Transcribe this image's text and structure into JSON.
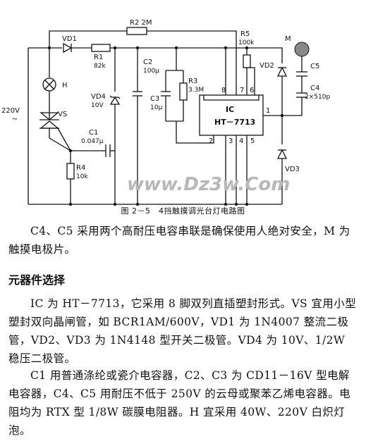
{
  "figure": {
    "labels": {
      "r2": "R2 2M",
      "r5": "R5",
      "r5_val": "100k",
      "m": "M",
      "vd1": "VD1",
      "r1": "R1",
      "r1_val": "82k",
      "c2": "C2",
      "c2_val": "100μ",
      "vd2": "VD2",
      "c5": "C5",
      "h": "H",
      "r3": "R3",
      "r3_val": "3.3M",
      "c3": "C3",
      "c3_val": "10μ",
      "vd4": "VD4",
      "vd4_val": "10V",
      "c4": "C4",
      "c4_val": "2×510p",
      "v220": "220V",
      "vs": "VS",
      "ic": "IC",
      "ic_model": "HT－7713",
      "c1": "C1",
      "c1_val": "0.047μ",
      "r4": "R4",
      "r4_val": "10k",
      "vd3": "VD3",
      "pin1": "1",
      "pin2": "2",
      "pin3": "3",
      "pin4": "4",
      "pin5": "5",
      "pin6": "6",
      "pin7": "7",
      "pin8": "8",
      "watermark": "www.Dz3w.Com"
    },
    "caption": "图 2－5　4挡触摸调光台灯电路图"
  },
  "body": {
    "para1": "C4、C5 采用两个高耐压电容串联是确保使用人绝对安全，M 为触摸电极片。",
    "heading": "元器件选择",
    "para2": "IC 为 HT－7713，它采用 8 脚双列直插塑封形式。VS 宜用小型塑封双向晶闸管，如 BCR1AM/600V，VD1 为 1N4007 整流二极管，VD2、VD3 为 1N4148 型开关二极管。VD4 为 10V、1/2W 稳压二极管。",
    "para3": "C1 用普通涤纶或瓷介电容器，C2、C3 为 CD11－16V 型电解电容器，C4、C5 用耐压不低于 250V 的云母或聚苯乙烯电容器。电阻均为 RTX 型 1/8W 碳膜电阻器。H 宜采用 40W、220V 白炽灯泡。"
  },
  "colors": {
    "ink": "#111111",
    "watermark": "#b8b8b8",
    "background": "#ffffff"
  }
}
